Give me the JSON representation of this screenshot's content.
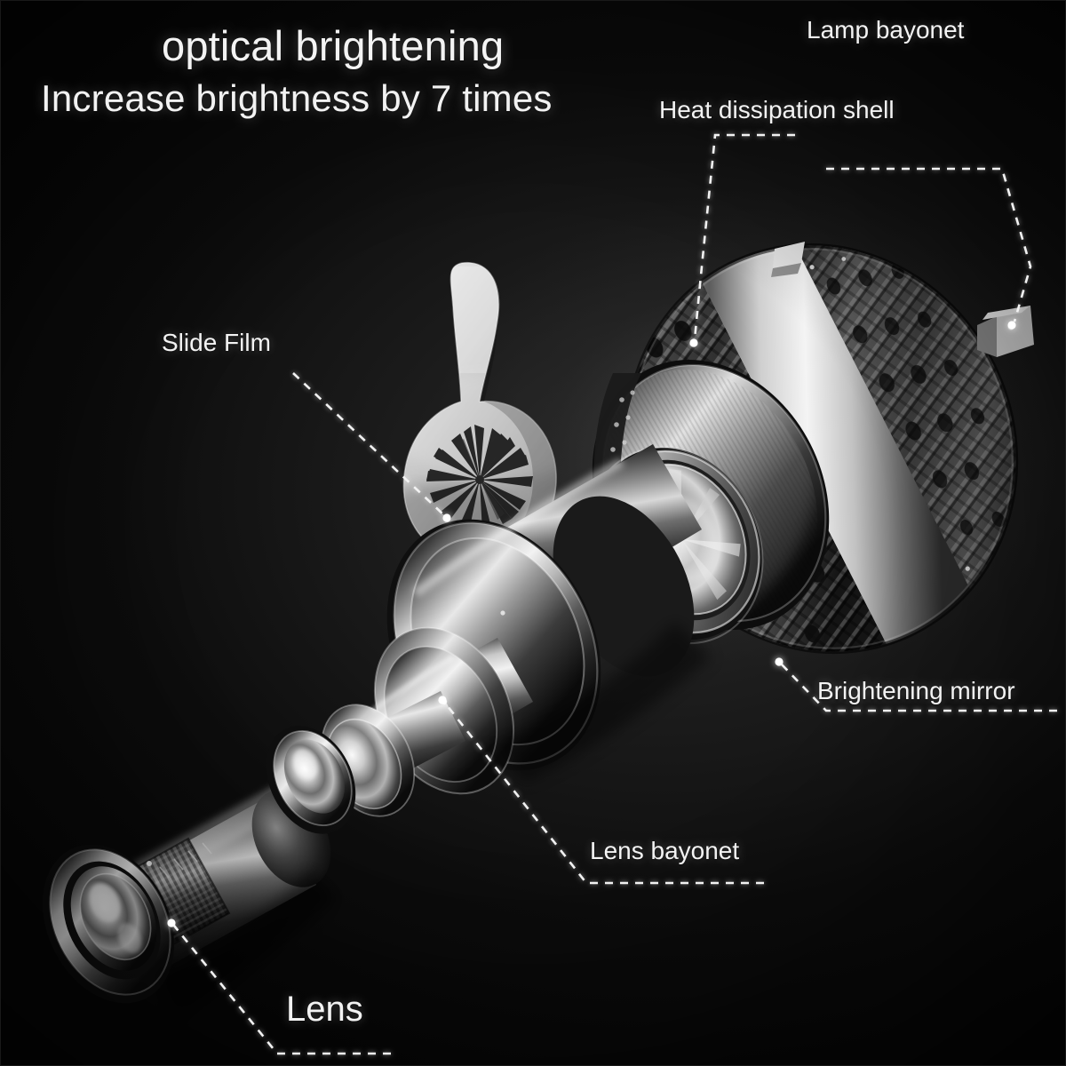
{
  "page": {
    "background_color": "#0a0a0a",
    "text_color": "#f3f3f3",
    "accent_color": "#ffffff"
  },
  "title": {
    "line1": "optical brightening",
    "line2": "Increase brightness by 7 times"
  },
  "callouts": [
    {
      "id": "lamp-bayonet",
      "label": "Lamp bayonet",
      "size": "normal"
    },
    {
      "id": "heat-dissipation-shell",
      "label": "Heat dissipation shell",
      "size": "normal"
    },
    {
      "id": "slide-film",
      "label": "Slide Film",
      "size": "normal"
    },
    {
      "id": "brightening-mirror",
      "label": "Brightening mirror",
      "size": "normal"
    },
    {
      "id": "lens-bayonet",
      "label": "Lens bayonet",
      "size": "normal"
    },
    {
      "id": "lens",
      "label": "Lens",
      "size": "big"
    }
  ],
  "product": {
    "name": "exploded-view-projector-flashlight",
    "components": [
      "lens barrel",
      "lens bayonet body",
      "slide film disc",
      "brightening mirror reflector",
      "heat dissipation shell",
      "lamp bayonet tab"
    ]
  }
}
